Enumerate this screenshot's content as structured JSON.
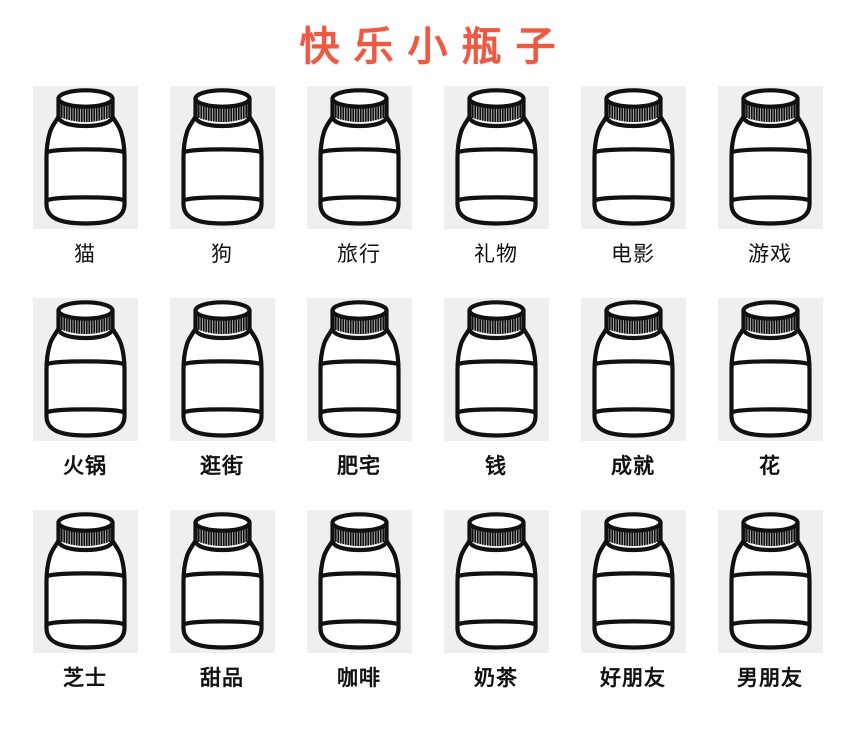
{
  "header": {
    "title": "快乐小瓶子",
    "title_color": "#ed5a44"
  },
  "theme": {
    "background": "#ffffff",
    "tile_background": "#efefef",
    "outline_color": "#111111",
    "label_color": "#111111"
  },
  "jar_grid": {
    "columns": 6,
    "rows": 3,
    "rows_data": [
      {
        "row_index": 1,
        "items": [
          {
            "label": "猫",
            "icon": "jar-icon"
          },
          {
            "label": "狗",
            "icon": "jar-icon"
          },
          {
            "label": "旅行",
            "icon": "jar-icon"
          },
          {
            "label": "礼物",
            "icon": "jar-icon"
          },
          {
            "label": "电影",
            "icon": "jar-icon"
          },
          {
            "label": "游戏",
            "icon": "jar-icon"
          }
        ]
      },
      {
        "row_index": 2,
        "items": [
          {
            "label": "火锅",
            "icon": "jar-icon"
          },
          {
            "label": "逛街",
            "icon": "jar-icon"
          },
          {
            "label": "肥宅",
            "icon": "jar-icon"
          },
          {
            "label": "钱",
            "icon": "jar-icon"
          },
          {
            "label": "成就",
            "icon": "jar-icon"
          },
          {
            "label": "花",
            "icon": "jar-icon"
          }
        ]
      },
      {
        "row_index": 3,
        "items": [
          {
            "label": "芝士",
            "icon": "jar-icon"
          },
          {
            "label": "甜品",
            "icon": "jar-icon"
          },
          {
            "label": "咖啡",
            "icon": "jar-icon"
          },
          {
            "label": "奶茶",
            "icon": "jar-icon"
          },
          {
            "label": "好朋友",
            "icon": "jar-icon"
          },
          {
            "label": "男朋友",
            "icon": "jar-icon"
          }
        ]
      }
    ]
  }
}
